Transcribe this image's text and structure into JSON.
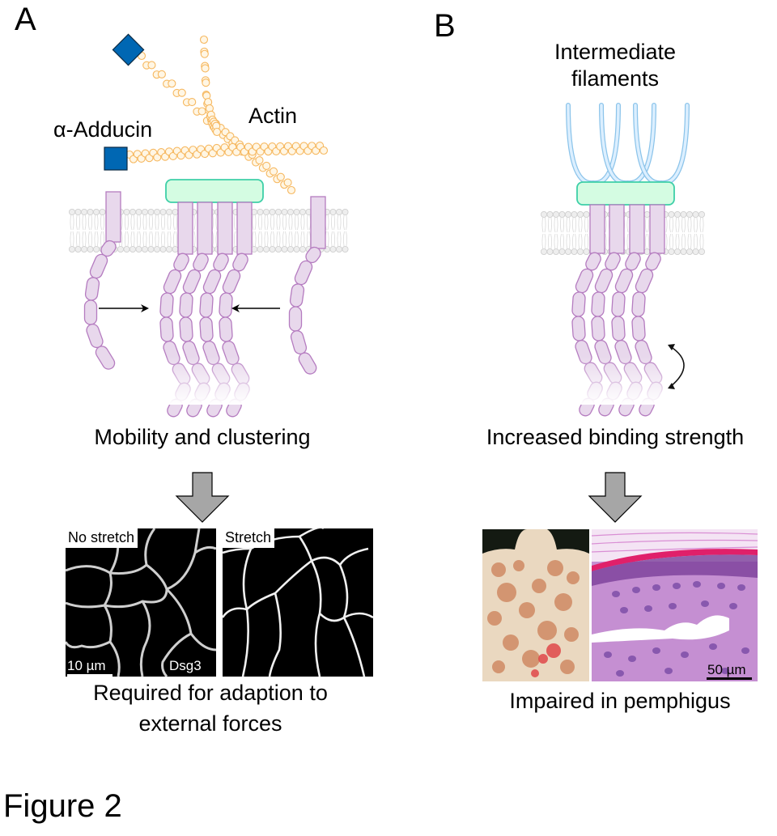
{
  "figure": {
    "title": "Figure 2"
  },
  "panelA": {
    "letter": "A",
    "labels": {
      "adducin": "α-Adducin",
      "actin": "Actin"
    },
    "caption": "Mobility and clustering",
    "result_caption_line1": "Required for adaption to",
    "result_caption_line2": "external forces",
    "micrographs": [
      {
        "tag": "No stretch",
        "scale_label": "10 µm",
        "marker": "Dsg3"
      },
      {
        "tag": "Stretch"
      }
    ]
  },
  "panelB": {
    "letter": "B",
    "labels": {
      "filaments_line1": "Intermediate",
      "filaments_line2": "filaments"
    },
    "caption": "Increased binding strength",
    "result_caption": "Impaired in pemphigus",
    "images": [
      {
        "description": "patient-back-photo"
      },
      {
        "description": "histology-section",
        "scale_label": "50 µm"
      }
    ]
  },
  "colors": {
    "cadherin_fill": "#e8d8ec",
    "cadherin_stroke": "#b57cc0",
    "plaque_fill": "#d4fce2",
    "plaque_stroke": "#3ecfa8",
    "actin_stroke": "#f6b860",
    "actin_fill": "#fff6e4",
    "adducin": "#0067b3",
    "filament_fill": "#dcefff",
    "filament_stroke": "#8cc4ea",
    "arrow_fill": "#a6a6a6"
  }
}
